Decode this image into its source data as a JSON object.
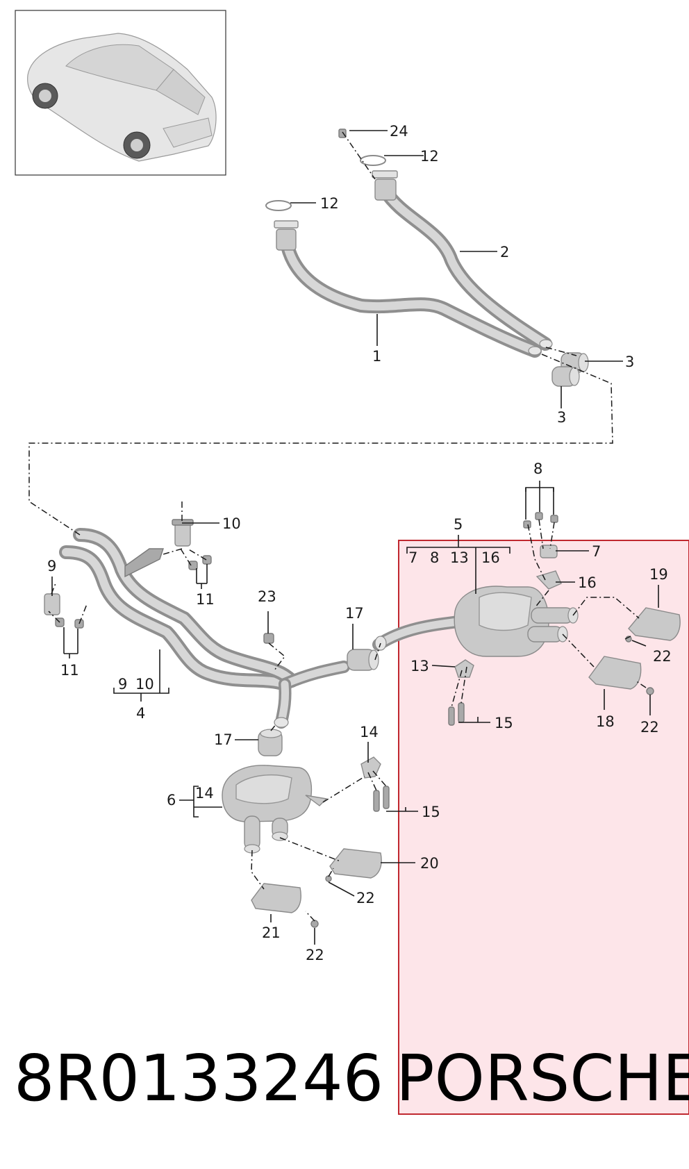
{
  "callouts": {
    "c24": "24",
    "c12a": "12",
    "c12b": "12",
    "c2": "2",
    "c1": "1",
    "c3a": "3",
    "c3b": "3",
    "c10": "10",
    "c9": "9",
    "c11a": "11",
    "c11b": "11",
    "c9b": "9",
    "c10b": "10",
    "c4": "4",
    "c23": "23",
    "c17a": "17",
    "c17b": "17",
    "c5": "5",
    "c5_7": "7",
    "c5_8": "8",
    "c5_13": "13",
    "c5_16": "16",
    "c8": "8",
    "c7": "7",
    "c16": "16",
    "c19": "19",
    "c22a": "22",
    "c13": "13",
    "c15a": "15",
    "c18": "18",
    "c22b": "22",
    "c14": "14",
    "c6": "6",
    "c6_14": "14",
    "c15b": "15",
    "c20": "20",
    "c22c": "22",
    "c21": "21",
    "c22d": "22"
  },
  "footer": {
    "part_number": "8R0133246",
    "brand": "PORSCHE"
  },
  "colors": {
    "highlight_fill": "#fde2e7",
    "highlight_border": "#c0282f",
    "part_gray": "#c9c9c9"
  }
}
